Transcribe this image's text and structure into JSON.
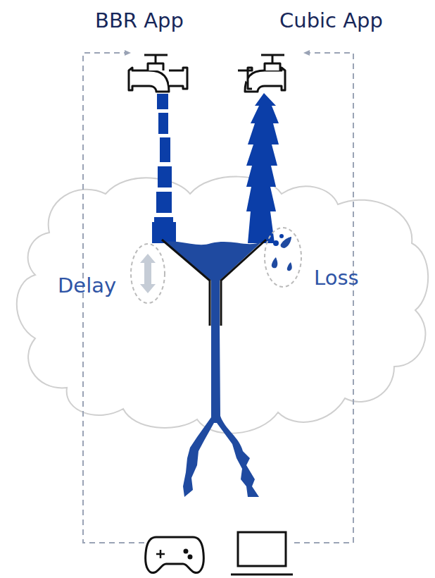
{
  "diagram": {
    "labels": [
      "BBR App",
      "Cubic App",
      "Delay",
      "Loss"
    ]
  }
}
